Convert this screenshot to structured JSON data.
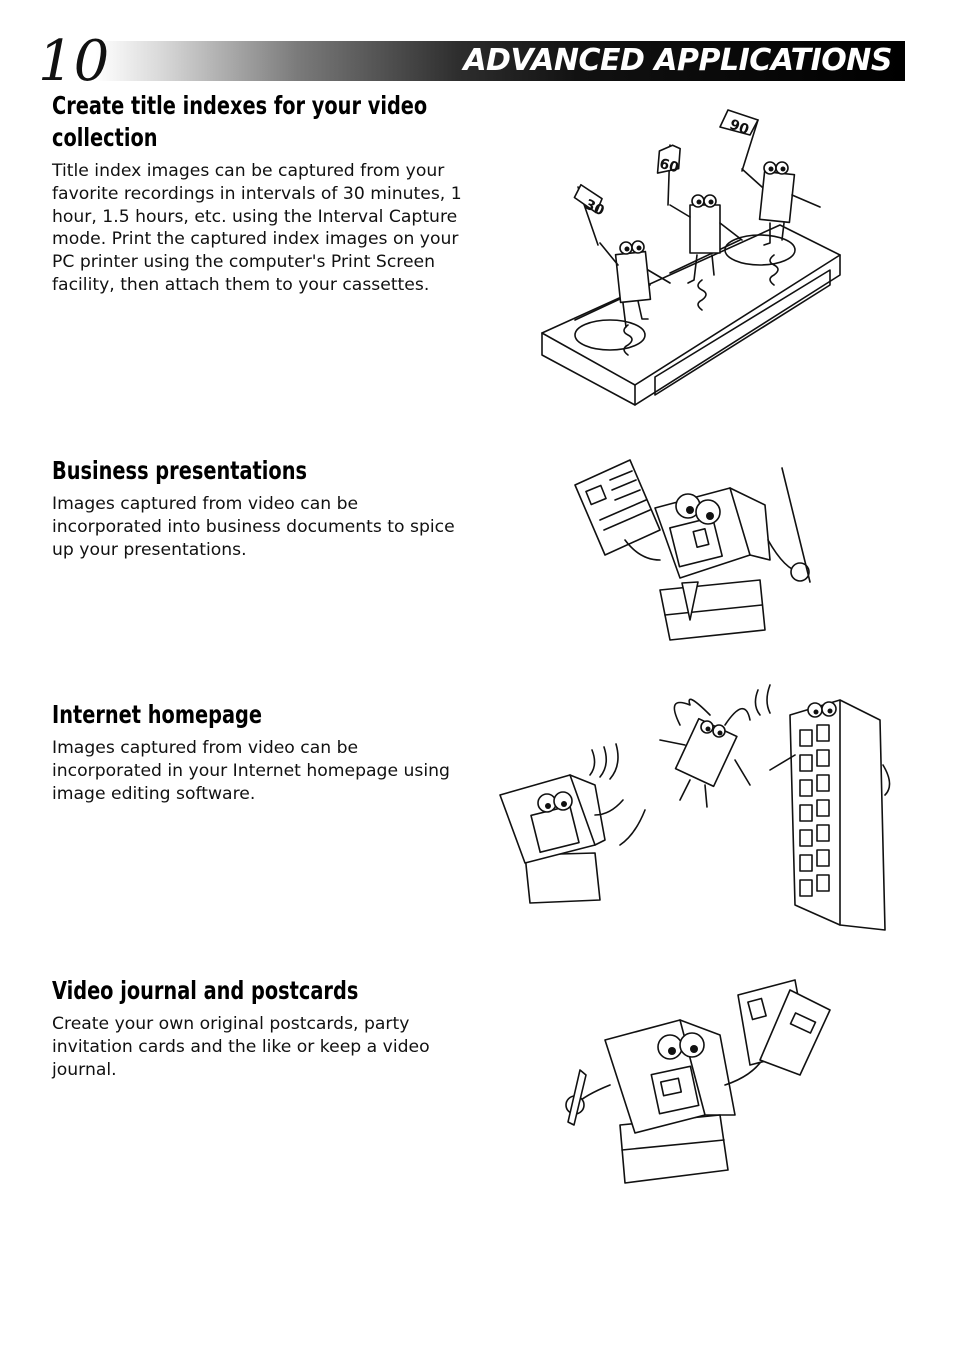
{
  "header": {
    "page_number": "10",
    "title": "ADVANCED APPLICATIONS"
  },
  "sections": [
    {
      "title": "Create title indexes for your video collection",
      "title_line1": "Create title indexes for your video",
      "title_line2": "collection",
      "body": "Title index images can be captured from your favorite recordings in intervals of 30 minutes, 1 hour, 1.5 hours, etc. using the Interval Capture mode. Print the captured index images on your PC printer using the computer's Print Screen facility, then attach them to your cassettes.",
      "illustration_flags": [
        "30",
        "60",
        "90"
      ]
    },
    {
      "title": "Business presentations",
      "body": "Images captured from video can be incorporated into business documents to spice up your presentations."
    },
    {
      "title": "Internet homepage",
      "body": "Images captured from video can be incorporated in your Internet homepage using image editing software."
    },
    {
      "title": "Video journal and postcards",
      "body": "Create your own original postcards, party invitation cards and the like or keep a video journal."
    }
  ],
  "colors": {
    "ink": "#111111",
    "header_bar": "#000000",
    "header_text": "#ffffff"
  }
}
